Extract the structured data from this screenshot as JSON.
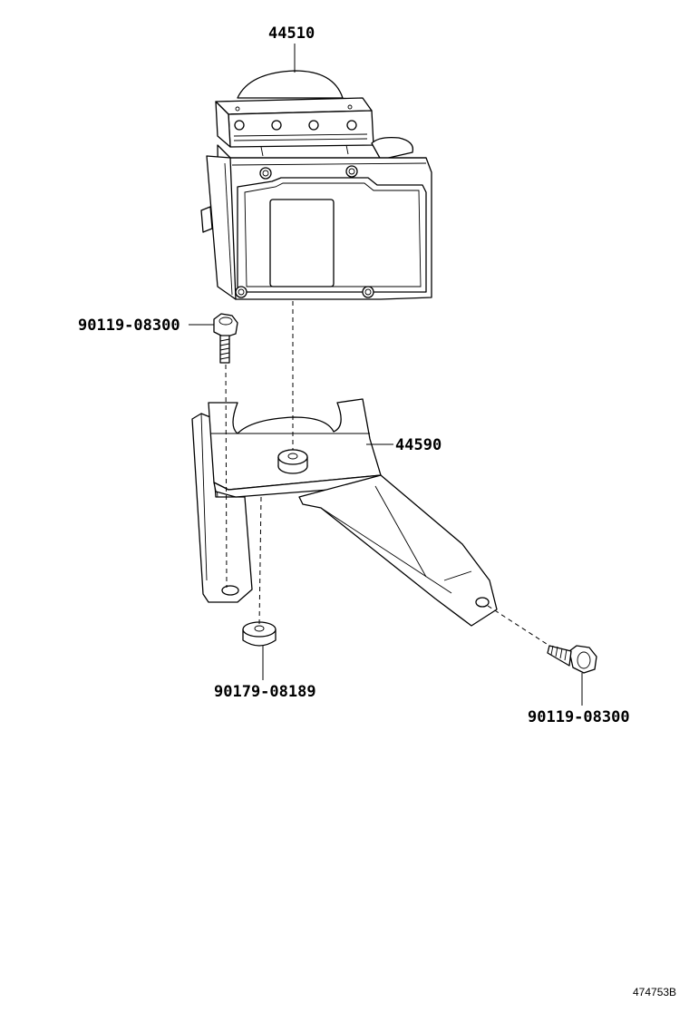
{
  "labels": {
    "part_44510": "44510",
    "part_44590": "44590",
    "bolt_upper": "90119-08300",
    "bolt_lower": "90119-08300",
    "cushion": "90179-08189"
  },
  "ref_code": "474753B"
}
